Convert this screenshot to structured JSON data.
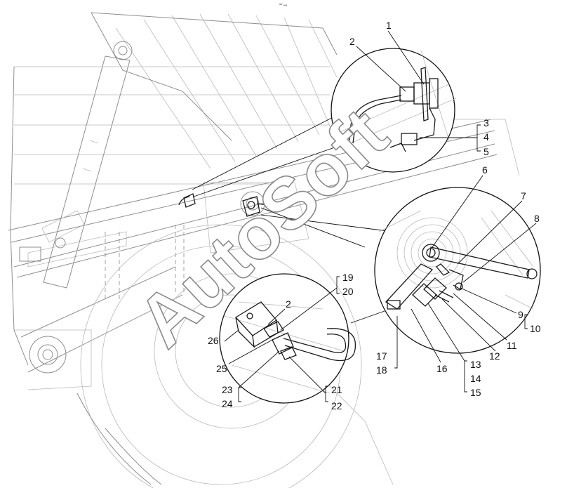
{
  "header": {
    "mark": "ᵃʷ ₐₐₐ"
  },
  "watermark": "AutoSoft",
  "callouts": [
    {
      "n": "1"
    },
    {
      "n": "2"
    },
    {
      "n": "3"
    },
    {
      "n": "4"
    },
    {
      "n": "5"
    },
    {
      "n": "6"
    },
    {
      "n": "7"
    },
    {
      "n": "8"
    },
    {
      "n": "9"
    },
    {
      "n": "10"
    },
    {
      "n": "11"
    },
    {
      "n": "12"
    },
    {
      "n": "13"
    },
    {
      "n": "14"
    },
    {
      "n": "15"
    },
    {
      "n": "16"
    },
    {
      "n": "17"
    },
    {
      "n": "18"
    },
    {
      "n": "19"
    },
    {
      "n": "20"
    },
    {
      "n": "21"
    },
    {
      "n": "22"
    },
    {
      "n": "23"
    },
    {
      "n": "24"
    },
    {
      "n": "25"
    },
    {
      "n": "26"
    },
    {
      "n": "2"
    }
  ]
}
